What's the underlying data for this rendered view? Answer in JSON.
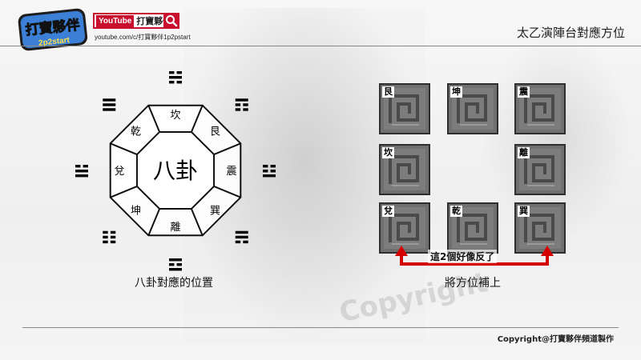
{
  "channel": {
    "logo_text": "打寶夥伴",
    "logo_sub": "2p2start",
    "youtube_word": "YouTube",
    "name": "打寶夥伴",
    "url": "youtube.com/c/打寶夥伴1p2pstart"
  },
  "page_title": "太乙演陣台對應方位",
  "bagua": {
    "center": "八卦",
    "trigrams": [
      "坎",
      "艮",
      "震",
      "巽",
      "離",
      "坤",
      "兌",
      "乾"
    ],
    "caption": "八卦對應的位置"
  },
  "tiles": [
    {
      "label": "艮"
    },
    {
      "label": "坤"
    },
    {
      "label": "震"
    },
    {
      "label": "坎"
    },
    {
      "label": "離"
    },
    {
      "label": "兌"
    },
    {
      "label": "乾"
    },
    {
      "label": "巽"
    }
  ],
  "callout": "這2個好像反了",
  "tiles_caption": "將方位補上",
  "footer": {
    "copyright": "Copyright@打寶夥伴頻道製作",
    "watermark": "Copyright"
  },
  "colors": {
    "accent_red": "#c8102e",
    "tile_stone": "#6f6f6f"
  },
  "icons": [
    "search-icon",
    "trigram-symbol-icon",
    "arrow-up-icon"
  ]
}
